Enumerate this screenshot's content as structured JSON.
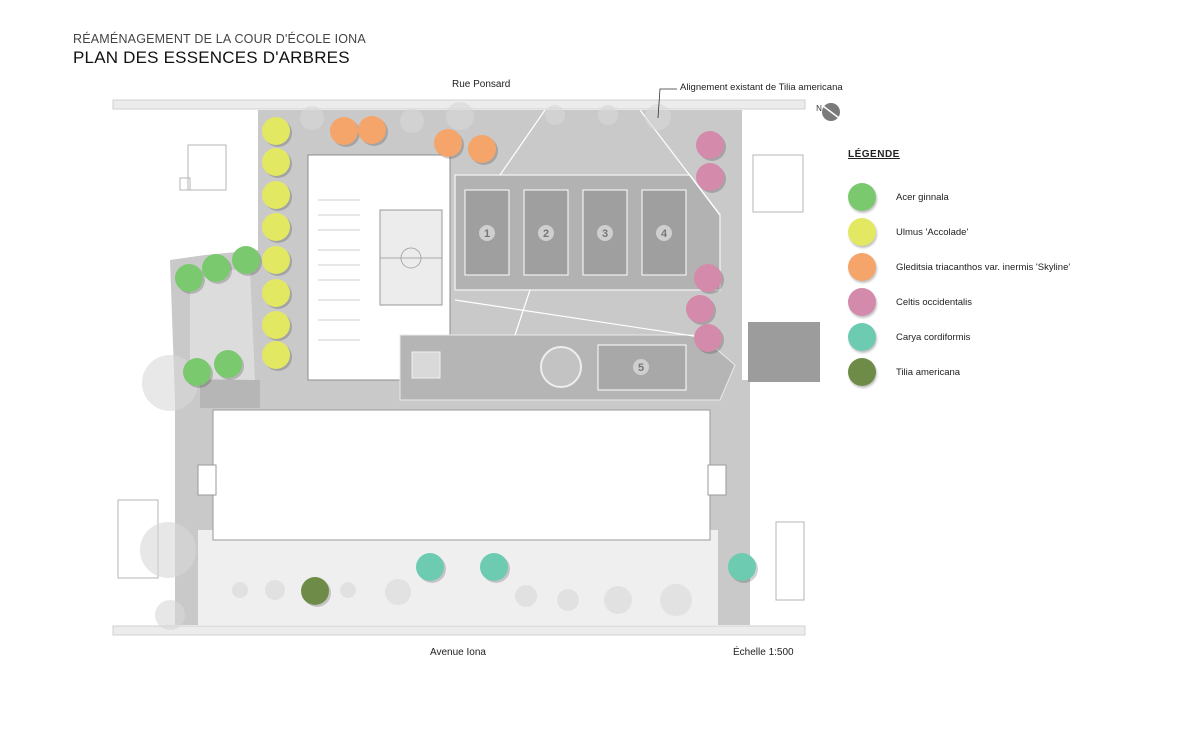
{
  "header": {
    "subtitle": "RÉAMÉNAGEMENT DE LA COUR D'ÉCOLE IONA",
    "title": "PLAN DES ESSENCES D'ARBRES"
  },
  "map": {
    "street_north": "Rue Ponsard",
    "street_south": "Avenue Iona",
    "callout": "Alignement existant de Tilia americana",
    "scale": "Échelle 1:500",
    "north_label": "N",
    "court_numbers": [
      "1",
      "2",
      "3",
      "4",
      "5"
    ]
  },
  "legend": {
    "title": "LÉGENDE",
    "items": [
      {
        "label": "Acer ginnala",
        "color": "#7bc96f"
      },
      {
        "label": "Ulmus 'Accolade'",
        "color": "#e3e862"
      },
      {
        "label": "Gleditsia triacanthos var. inermis 'Skyline'",
        "color": "#f5a46a"
      },
      {
        "label": "Celtis occidentalis",
        "color": "#d48aaa"
      },
      {
        "label": "Carya cordiformis",
        "color": "#6ccbb0"
      },
      {
        "label": "Tilia americana",
        "color": "#6e8c48"
      }
    ]
  }
}
